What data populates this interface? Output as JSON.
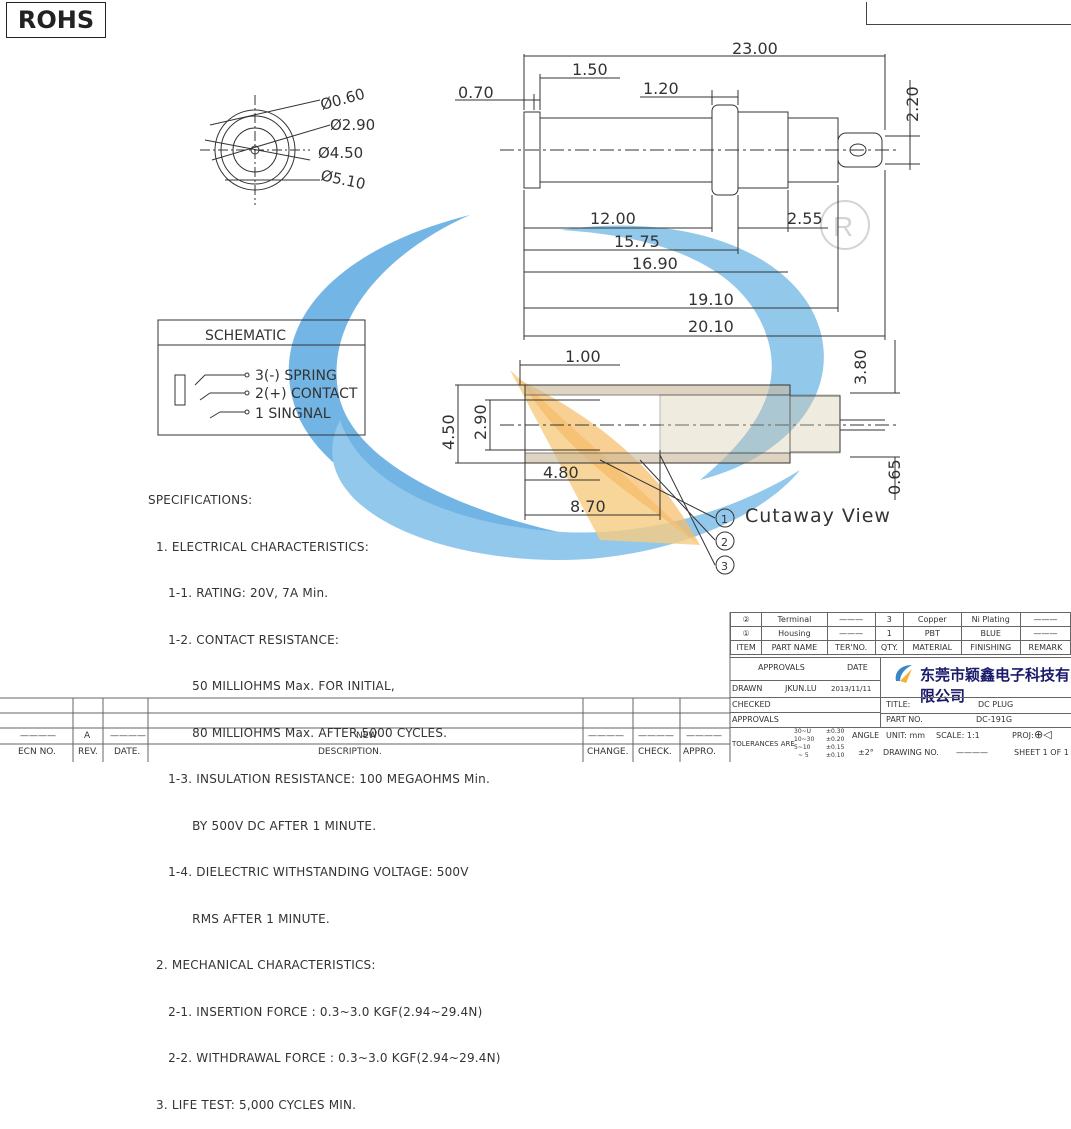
{
  "rohs": "ROHS",
  "front_view": {
    "d1": "Ø0.60",
    "d2": "Ø2.90",
    "d3": "Ø4.50",
    "d4": "Ø5.10"
  },
  "top_dims": {
    "overall": "23.00",
    "d150": "1.50",
    "d070": "0.70",
    "d120": "1.20",
    "d220": "2.20",
    "d1200": "12.00",
    "d255": "2.55",
    "d1575": "15.75",
    "d1690": "16.90",
    "d1910": "19.10",
    "d2010": "20.10"
  },
  "cut_dims": {
    "d100": "1.00",
    "d380": "3.80",
    "d450": "4.50",
    "d290": "2.90",
    "d065": "0.65",
    "d480": "4.80",
    "d870": "8.70"
  },
  "callouts": {
    "c1": "1",
    "c2": "2",
    "c3": "3",
    "cutaway": "Cutaway View"
  },
  "schematic": {
    "title": "SCHEMATIC",
    "pins": [
      "3(-) SPRING",
      "2(+) CONTACT",
      "1  SINGNAL"
    ]
  },
  "specs": [
    "SPECIFICATIONS:",
    "  1. ELECTRICAL CHARACTERISTICS:",
    "     1-1. RATING: 20V, 7A Min.",
    "     1-2. CONTACT RESISTANCE:",
    "           50 MILLIOHMS Max. FOR INITIAL,",
    "           80 MILLIOHMS Max. AFTER 5000 CYCLES.",
    "     1-3. INSULATION RESISTANCE: 100 MEGAOHMS Min.",
    "           BY 500V DC AFTER 1 MINUTE.",
    "     1-4. DIELECTRIC WITHSTANDING VOLTAGE: 500V",
    "           RMS AFTER 1 MINUTE.",
    "  2. MECHANICAL CHARACTERISTICS:",
    "     2-1. INSERTION FORCE : 0.3~3.0 KGF(2.94~29.4N)",
    "     2-2. WITHDRAWAL FORCE : 0.3~3.0 KGF(2.94~29.4N)",
    "  3. LIFE TEST: 5,000 CYCLES MIN."
  ],
  "bom": [
    {
      "item": "②",
      "name": "Terminal",
      "ter": "———",
      "qty": "3",
      "material": "Copper",
      "finish": "Ni Plating",
      "remark": "———"
    },
    {
      "item": "①",
      "name": "Housing",
      "ter": "———",
      "qty": "1",
      "material": "PBT",
      "finish": "BLUE",
      "remark": "———"
    }
  ],
  "bom_header": {
    "item": "ITEM",
    "name": "PART NAME",
    "ter": "TER'NO.",
    "qty": "QTY.",
    "material": "MATERIAL",
    "finish": "FINISHING",
    "remark": "REMARK"
  },
  "title_block": {
    "approvals": "APPROVALS",
    "date": "DATE",
    "drawn": "DRAWN",
    "drawn_by": "JKUN.LU",
    "drawn_date": "2013/11/11",
    "checked": "CHECKED",
    "approvals2": "APPROVALS",
    "company": "东莞市颖鑫电子科技有限公司",
    "title_label": "TITLE:",
    "title": "DC PLUG",
    "part_label": "PART NO.",
    "part_no": "DC-191G",
    "unit": "UNIT: mm",
    "scale": "SCALE:  1:1",
    "proj": "PROJ:",
    "drawing_no": "DRAWING NO.",
    "drawing_no_val": "————",
    "sheet": "SHEET  1 OF 1",
    "tol_label": "TOLERANCES ARE",
    "tol_r1": "30~U",
    "tol_v1": "±0.30",
    "tol_r2": "10~30",
    "tol_v2": "±0.20",
    "tol_r3": "5~10",
    "tol_v3": "±0.15",
    "tol_r4": "~ 5",
    "tol_v4": "±0.10",
    "angle": "ANGLE",
    "angle_val": "±2°"
  },
  "revision": {
    "ecn": "ECN NO.",
    "rev": "REV.",
    "date": "DATE.",
    "desc": "DESCRIPTION.",
    "change": "CHANGE.",
    "check": "CHECK.",
    "appro": "APPRO.",
    "rev_val": "A",
    "desc_val": "NEW",
    "dash": "————"
  },
  "colors": {
    "watermark_blue": "#4a9fdc",
    "watermark_yellow": "#f5c36b",
    "line": "#333333"
  }
}
